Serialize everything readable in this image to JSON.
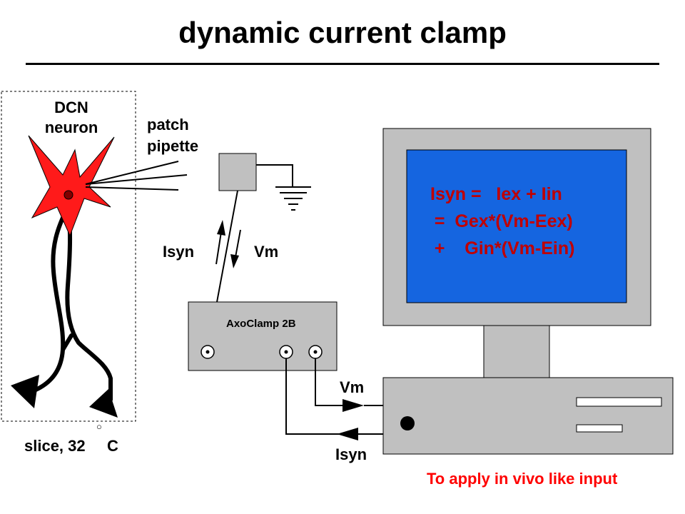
{
  "title": "dynamic current clamp",
  "neuron_label": [
    "DCN",
    "neuron"
  ],
  "pipette_label": [
    "patch",
    "pipette"
  ],
  "slice_label": {
    "text": "slice, 32",
    "unit": "C",
    "degree_symbol": "○"
  },
  "arrow_labels": {
    "isyn": "Isyn",
    "vm": "Vm"
  },
  "amplifier_label": "AxoClamp 2B",
  "cable_labels": {
    "vm": "Vm",
    "isyn": "Isyn"
  },
  "screen_equation": [
    "Isyn =   Iex + Iin",
    "  =  Gex*(Vm-Eex)",
    "  +    Gin*(Vm-Ein)"
  ],
  "footer_note": "To apply in vivo like input",
  "colors": {
    "neuron": "#ff1a1a",
    "screen": "#1565e0",
    "equation_text": "#c00000",
    "note_text": "#ff0000",
    "device_gray": "#c0c0c0"
  },
  "icons": [
    "ground-icon",
    "neuron-icon",
    "computer-monitor-icon",
    "computer-tower-icon"
  ]
}
